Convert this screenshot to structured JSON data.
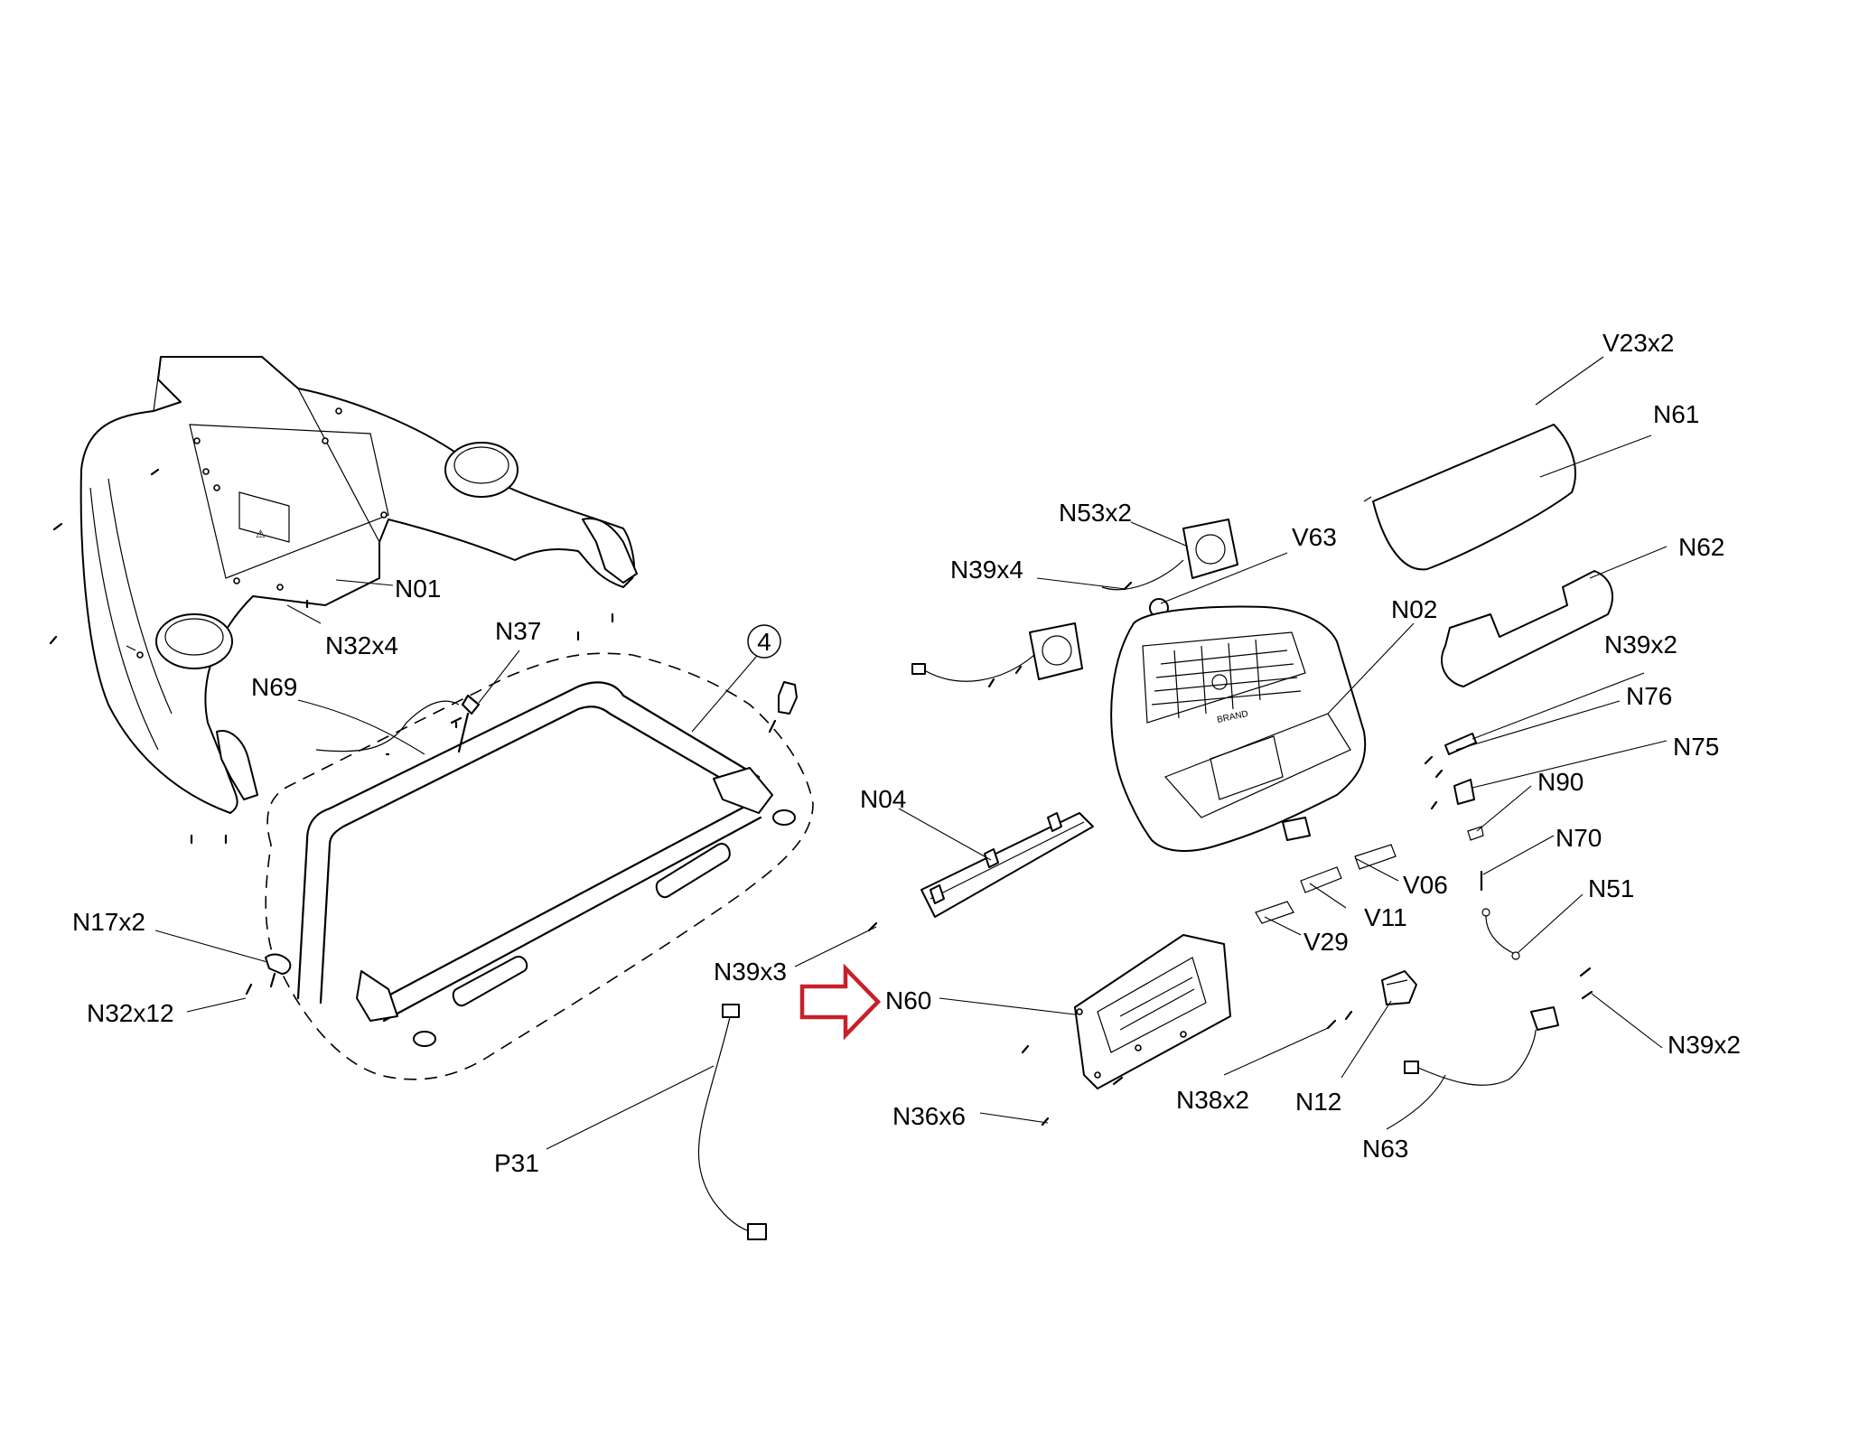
{
  "diagram": {
    "callout_number": "4",
    "highlight_color": "#c8202a",
    "highlighted_part": "N60",
    "labels": {
      "N01": "N01",
      "N32x4": "N32x4",
      "N37": "N37",
      "N69": "N69",
      "N17x2": "N17x2",
      "N32x12": "N32x12",
      "P31": "P31",
      "N39x3": "N39x3",
      "N60": "N60",
      "N04": "N04",
      "N36x6": "N36x6",
      "N38x2": "N38x2",
      "N12": "N12",
      "N63": "N63",
      "N39x2_bottom": "N39x2",
      "N53x2": "N53x2",
      "N39x4": "N39x4",
      "V63": "V63",
      "N02": "N02",
      "V23x2": "V23x2",
      "N61": "N61",
      "N62": "N62",
      "N39x2_top": "N39x2",
      "N76": "N76",
      "N75": "N75",
      "N90": "N90",
      "N70": "N70",
      "N51": "N51",
      "V06": "V06",
      "V11": "V11",
      "V29": "V29"
    }
  }
}
